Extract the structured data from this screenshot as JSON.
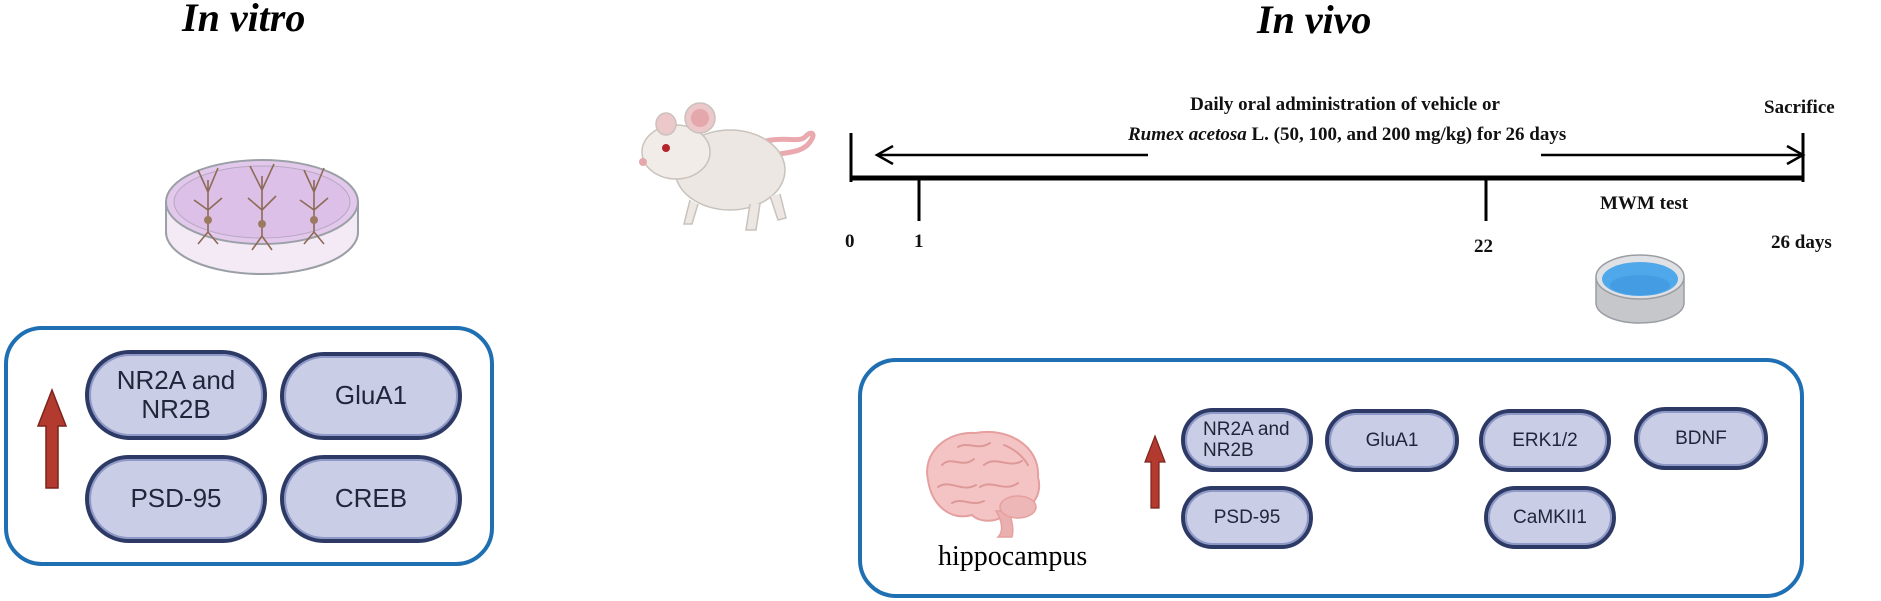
{
  "in_vitro": {
    "title": "In vitro",
    "markers": [
      "NR2A and NR2B",
      "GluA1",
      "PSD-95",
      "CREB"
    ]
  },
  "in_vivo": {
    "title": "In vivo",
    "timeline": {
      "admin_line1": "Daily oral administration of vehicle or",
      "admin_species": "Rumex acetosa",
      "admin_line2_rest": " L. (50, 100, and 200 mg/kg) for 26 days",
      "sacrifice": "Sacrifice",
      "mwm": "MWM test",
      "ticks": [
        "0",
        "1",
        "22",
        "26 days"
      ]
    },
    "tissue": "hippocampus",
    "markers": [
      "NR2A and NR2B",
      "GluA1",
      "ERK1/2",
      "BDNF",
      "PSD-95",
      "CaMKII1"
    ]
  },
  "colors": {
    "box_border": "#1f6fb3",
    "pill_fill": "#c9cde6",
    "pill_border": "#2d3a66",
    "arrow_up": "#b23a2e"
  }
}
